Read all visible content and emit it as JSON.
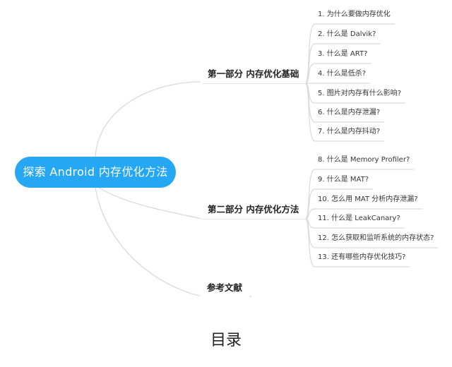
{
  "root": {
    "label": "探索 Android 内存优化方法",
    "color": "#26a7f3"
  },
  "branches": [
    {
      "label": "第一部分 内存优化基础"
    },
    {
      "label": "第二部分 内存优化方法"
    },
    {
      "label": "参考文献"
    }
  ],
  "topics": [
    "1. 为什么要做内存优化",
    "2. 什么是 Dalvik?",
    "3. 什么是 ART?",
    "4. 什么是低杀?",
    "5. 图片对内存有什么影响?",
    "6. 什么是内存泄漏?",
    "7. 什么是内存抖动?",
    "8. 什么是 Memory Profiler?",
    "9. 什么是 MAT?",
    "10. 怎么用 MAT 分析内存泄漏?",
    "11. 什么是 LeakCanary?",
    "12. 怎么获取和监听系统的内存状态?",
    "13. 还有哪些内存优化技巧?"
  ],
  "caption": "目录",
  "colors": {
    "line": "#d8d8d8",
    "text": "#222222"
  }
}
